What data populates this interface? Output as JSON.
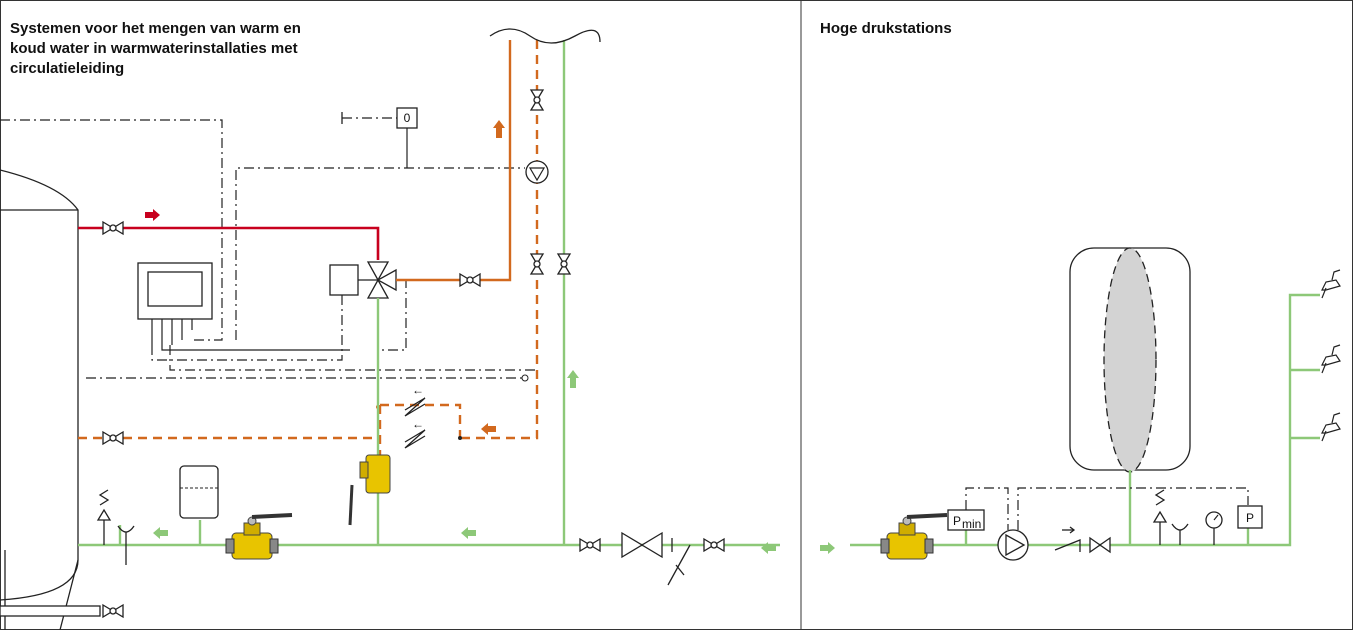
{
  "panels": {
    "left": {
      "title": "Systemen voor het mengen van warm en\nkoud water in warmwaterinstallaties met\ncirculatieleiding"
    },
    "right": {
      "title": "Hoge drukstations"
    }
  },
  "labels": {
    "pmin_main": "P",
    "pmin_sub": "min",
    "pressure_switch": "P",
    "sensor": "0"
  },
  "colors": {
    "cold_water": "#8dc878",
    "hot_water": "#c8001e",
    "mixed_water": "#d2691e",
    "circulation": "#d2691e",
    "control_line": "#222222",
    "valve_brass": "#e8c400",
    "tank_fill": "#d3d3d3"
  }
}
